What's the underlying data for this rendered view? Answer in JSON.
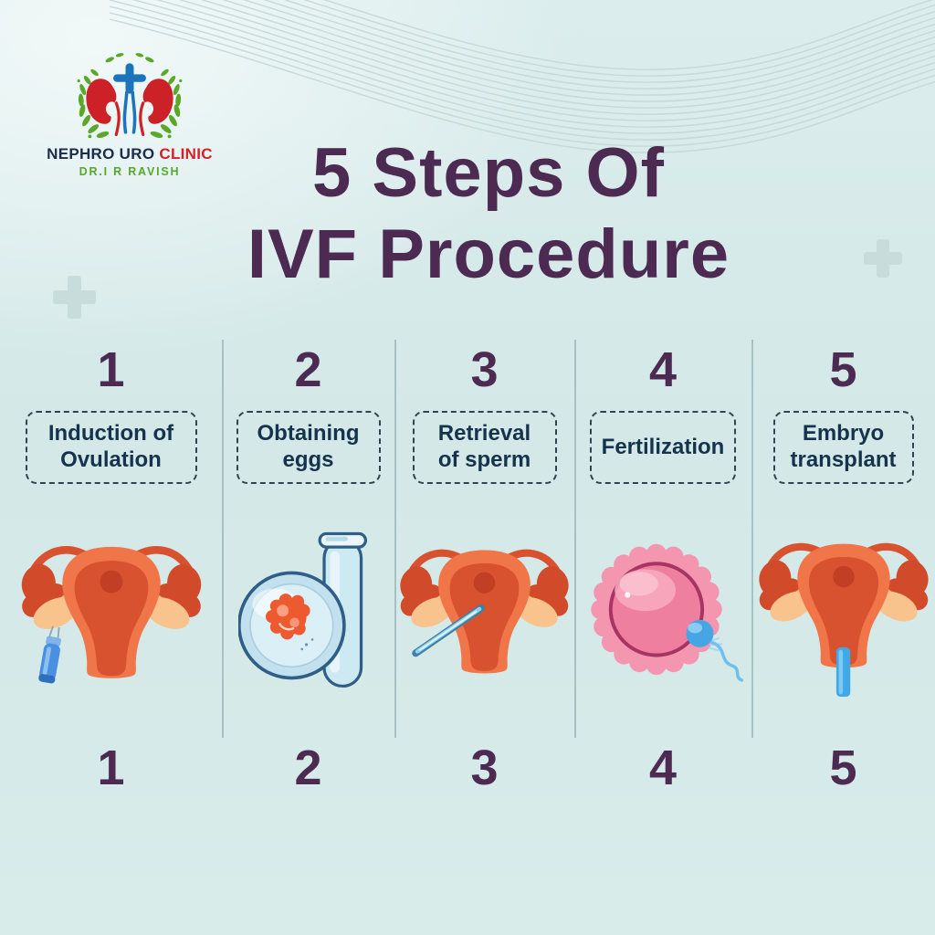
{
  "logo": {
    "clinic_name_primary": "NEPHRO URO ",
    "clinic_name_accent": "CLINIC",
    "doctor_name": "DR.I R RAVISH"
  },
  "title": {
    "line1": "5 Steps Of",
    "line2": "IVF Procedure"
  },
  "steps": [
    {
      "number": "1",
      "label": "Induction of Ovulation",
      "lines": [
        "Induction of",
        "Ovulation"
      ],
      "icon": "uterus-ovulation-syringe-icon"
    },
    {
      "number": "2",
      "label": "Obtaining eggs",
      "lines": [
        "Obtaining",
        "eggs"
      ],
      "icon": "petri-dish-test-tube-icon"
    },
    {
      "number": "3",
      "label": "Retrieval of sperm",
      "lines": [
        "Retrieval",
        "of sperm"
      ],
      "icon": "uterus-retrieval-needle-icon"
    },
    {
      "number": "4",
      "label": "Fertilization",
      "lines": [
        "Fertilization"
      ],
      "icon": "egg-sperm-fertilization-icon"
    },
    {
      "number": "5",
      "label": "Embryo transplant",
      "lines": [
        "Embryo",
        "transplant"
      ],
      "icon": "uterus-embryo-catheter-icon"
    }
  ],
  "colors": {
    "background": "#d6eae9",
    "title_text": "#4c2a52",
    "step_number": "#4c2a52",
    "label_text": "#16334e",
    "label_border": "#36414f",
    "divider": "#6e9196",
    "logo_red": "#cc2127",
    "logo_blue": "#1b75bb",
    "logo_green": "#5ba829",
    "clinic_accent_red": "#d61f26",
    "uterus_orange": "#f0764a",
    "uterus_inner": "#d9522f",
    "uterus_dark_spot": "#c23e24",
    "ovary_peach": "#f8c38c",
    "instrument_blue": "#4b8fe2",
    "catheter_blue": "#3fa9e8",
    "dish_outline_blue": "#2f5e87",
    "egg_orange": "#ee5a30",
    "egg_pink": "#f596b1",
    "sperm_blue": "#46a5e3"
  }
}
